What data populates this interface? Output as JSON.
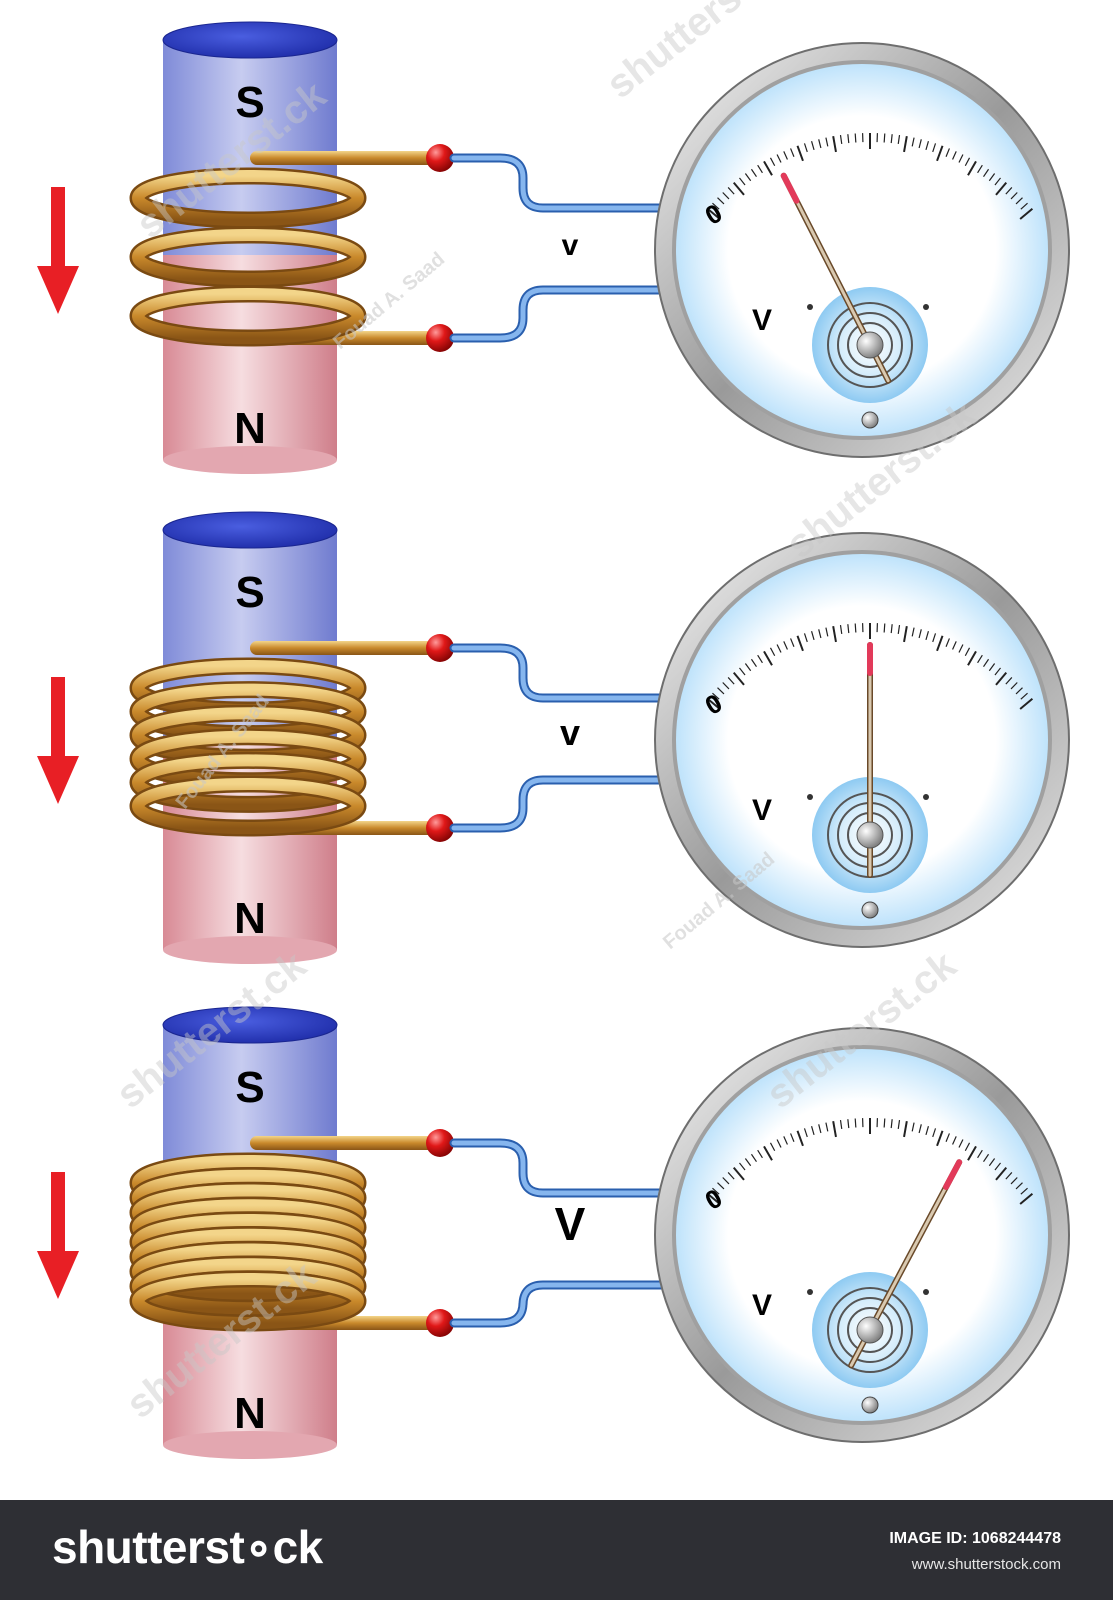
{
  "panels": [
    {
      "magnet": {
        "top_pole": "S",
        "bottom_pole": "N"
      },
      "coil_turns": 3,
      "voltage_label": "v",
      "meter": {
        "unit": "V",
        "zero": "0",
        "needle_angle_deg": -27
      }
    },
    {
      "magnet": {
        "top_pole": "S",
        "bottom_pole": "N"
      },
      "coil_turns": 6,
      "voltage_label": "v",
      "meter": {
        "unit": "V",
        "zero": "0",
        "needle_angle_deg": 0
      }
    },
    {
      "magnet": {
        "top_pole": "S",
        "bottom_pole": "N"
      },
      "coil_turns": 9,
      "voltage_label": "V",
      "meter": {
        "unit": "V",
        "zero": "0",
        "needle_angle_deg": 28
      }
    }
  ],
  "watermark": {
    "brand": "shutterst.ck",
    "author": "Fouad A. Saad"
  },
  "footer": {
    "logo": "shutterst∘ck",
    "image_id": "IMAGE ID: 1068244478",
    "site": "www.shutterstock.com"
  },
  "colors": {
    "arrow": "#e81f25",
    "magnet_south": "#2c3fc7",
    "magnet_north": "#e8a0a8",
    "coil": "#c88a2a",
    "wire": "#4a86d4",
    "terminal": "#e01818",
    "footer_bg": "#2e2f34"
  }
}
